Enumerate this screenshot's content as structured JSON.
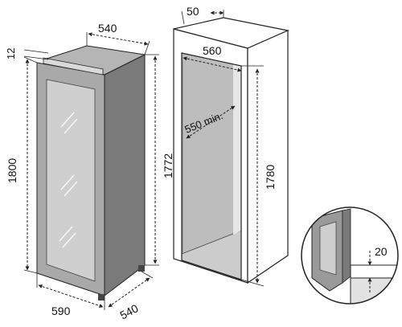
{
  "diagram": {
    "appliance": {
      "width": "540",
      "height_total": "1800",
      "height_body": "1772",
      "top_offset": "12",
      "door_width": "590",
      "depth": "540"
    },
    "niche": {
      "top_gap": "50",
      "width": "560",
      "depth_min": "550 min.",
      "height": "1780"
    },
    "detail": {
      "gap": "20"
    }
  }
}
